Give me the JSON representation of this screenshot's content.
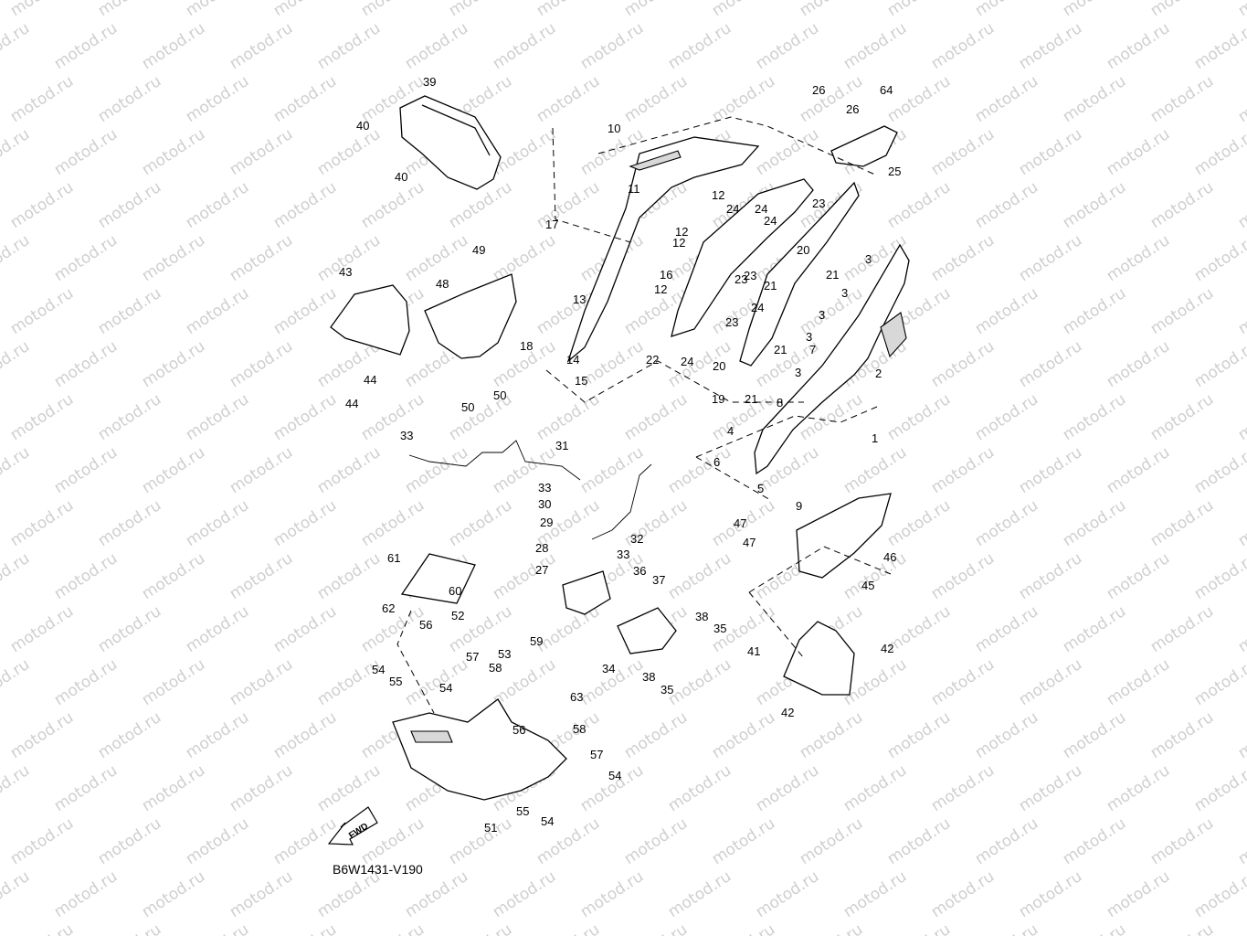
{
  "diagram_ref": "B6W1431-V190",
  "direction_label": "FWD",
  "watermark": "motod.ru",
  "callouts": [
    "1",
    "2",
    "3",
    "3",
    "3",
    "3",
    "3",
    "4",
    "5",
    "6",
    "7",
    "8",
    "9",
    "10",
    "11",
    "12",
    "12",
    "12",
    "12",
    "13",
    "14",
    "15",
    "16",
    "17",
    "18",
    "19",
    "20",
    "20",
    "21",
    "21",
    "21",
    "21",
    "22",
    "23",
    "23",
    "23",
    "23",
    "24",
    "24",
    "24",
    "24",
    "24",
    "25",
    "26",
    "26",
    "27",
    "28",
    "29",
    "30",
    "31",
    "32",
    "33",
    "33",
    "33",
    "34",
    "35",
    "35",
    "36",
    "37",
    "38",
    "38",
    "39",
    "40",
    "40",
    "41",
    "42",
    "42",
    "43",
    "44",
    "44",
    "45",
    "46",
    "47",
    "47",
    "48",
    "49",
    "50",
    "50",
    "51",
    "52",
    "53",
    "54",
    "54",
    "54",
    "54",
    "55",
    "55",
    "56",
    "56",
    "57",
    "57",
    "58",
    "58",
    "59",
    "60",
    "61",
    "62",
    "63",
    "64"
  ]
}
